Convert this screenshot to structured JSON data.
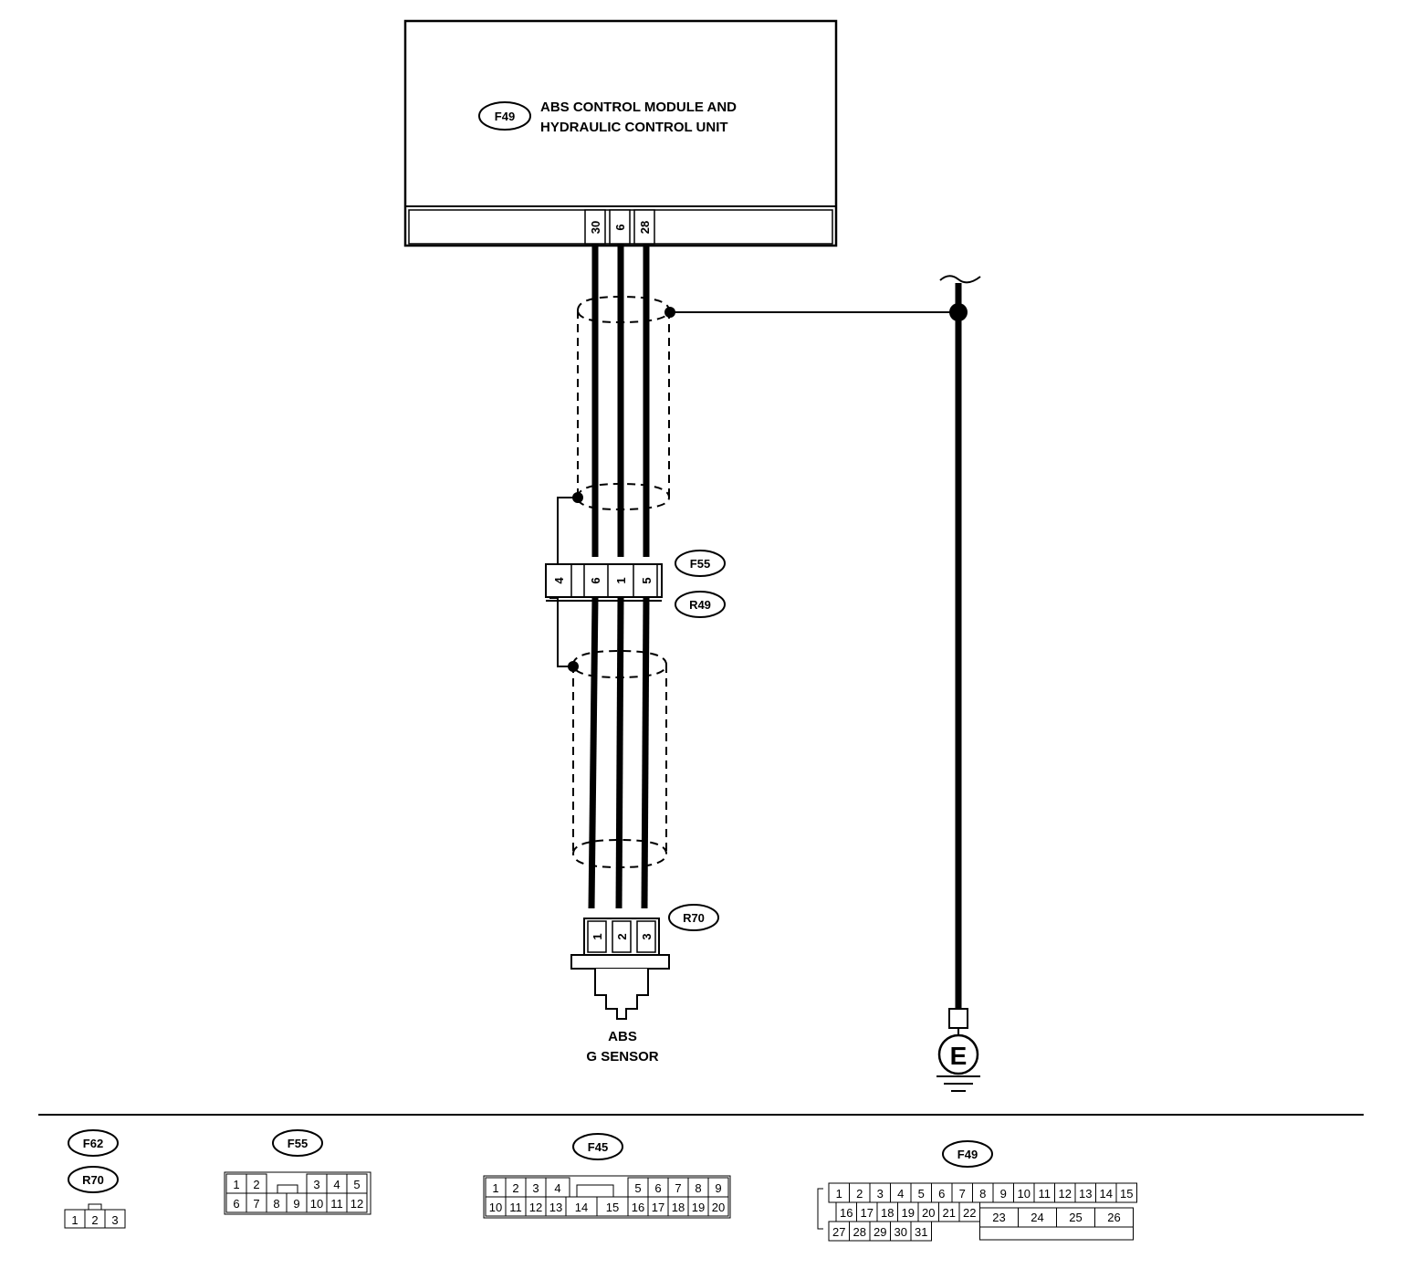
{
  "module": {
    "connector": "F49",
    "title_line1": "ABS CONTROL MODULE AND",
    "title_line2": "HYDRAULIC  CONTROL UNIT",
    "pins": [
      "30",
      "6",
      "28"
    ]
  },
  "mid_connector": {
    "top_code": "F55",
    "bottom_code": "R49",
    "pins": [
      "4",
      "",
      "6",
      "1",
      "5"
    ]
  },
  "sensor": {
    "connector": "R70",
    "pins": [
      "1",
      "2",
      "3"
    ],
    "name_line1": "ABS",
    "name_line2": "G SENSOR"
  },
  "ground": {
    "label": "E"
  },
  "face_views": {
    "f62_r70": {
      "code1": "F62",
      "code2": "R70",
      "pins": [
        "1",
        "2",
        "3"
      ]
    },
    "f55": {
      "code": "F55",
      "row1": [
        "1",
        "2",
        "",
        "3",
        "4",
        "5"
      ],
      "row2": [
        "6",
        "7",
        "8",
        "9",
        "10",
        "11",
        "12"
      ]
    },
    "f45": {
      "code": "F45",
      "row1": [
        "1",
        "2",
        "3",
        "4",
        "",
        "5",
        "6",
        "7",
        "8",
        "9"
      ],
      "row2": [
        "10",
        "11",
        "12",
        "13",
        "14",
        "15",
        "16",
        "17",
        "18",
        "19",
        "20"
      ]
    },
    "f49": {
      "code": "F49",
      "row1": [
        "1",
        "2",
        "3",
        "4",
        "5",
        "6",
        "7",
        "8",
        "9",
        "10",
        "11",
        "12",
        "13",
        "14",
        "15"
      ],
      "row2": [
        "16",
        "17",
        "18",
        "19",
        "20",
        "21",
        "22"
      ],
      "row2b": [
        "23",
        "24",
        "25",
        "26"
      ],
      "row3": [
        "27",
        "28",
        "29",
        "30",
        "31"
      ]
    }
  }
}
